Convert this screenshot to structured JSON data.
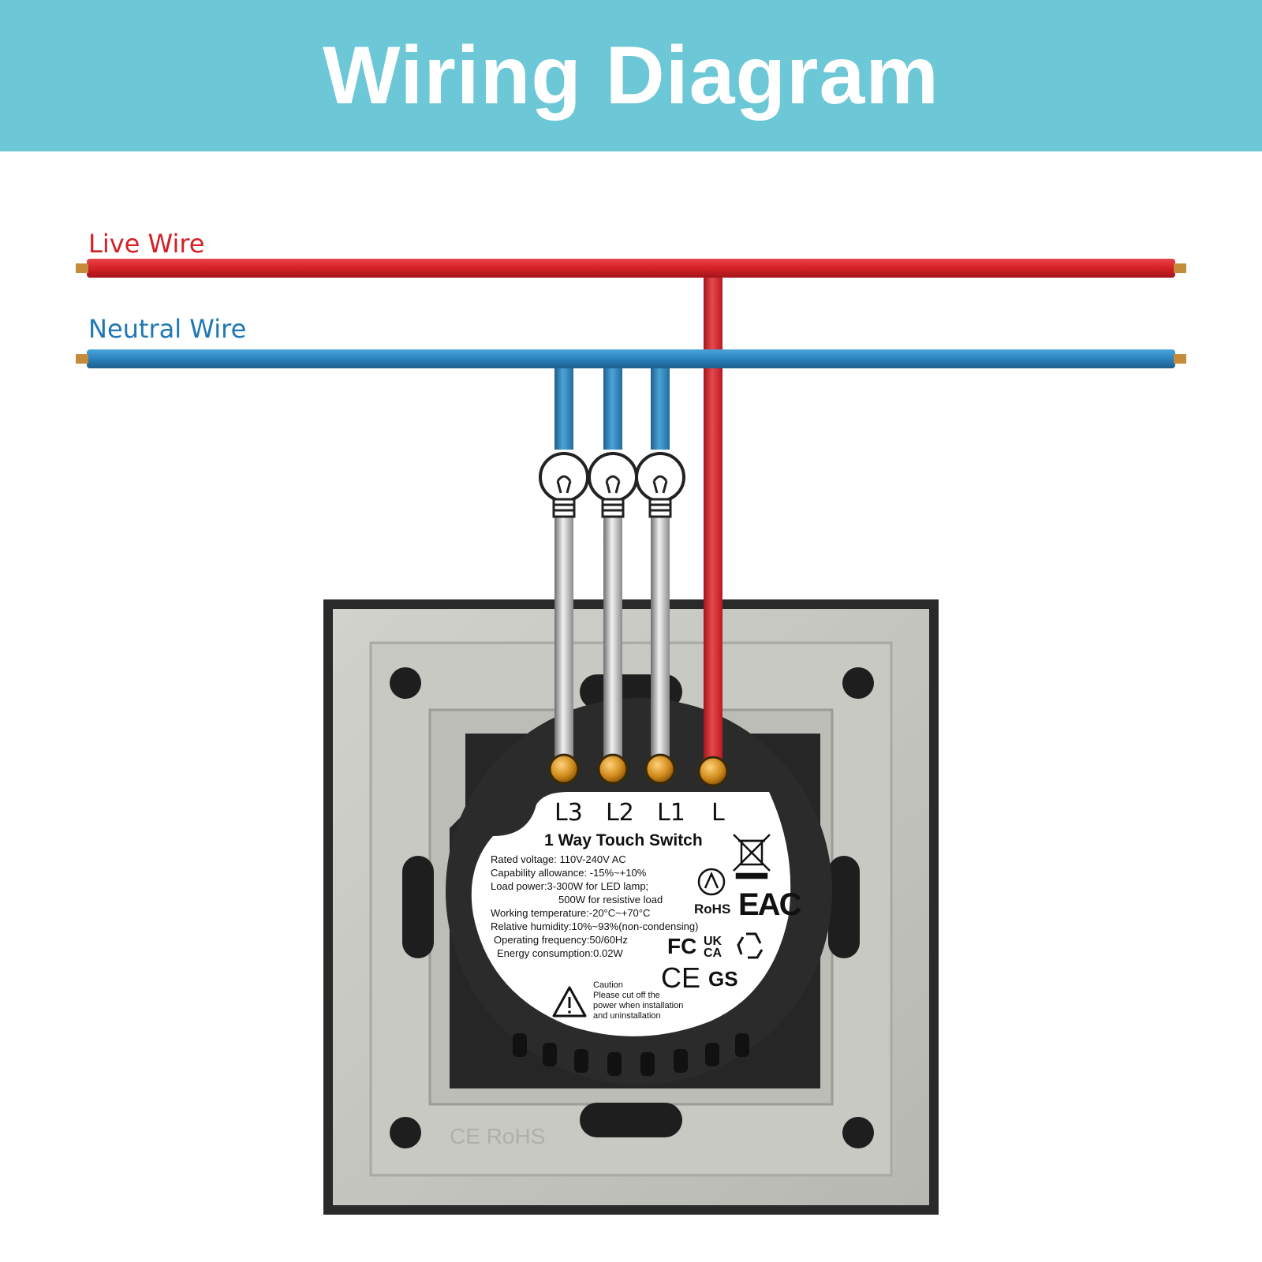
{
  "title": "Wiring Diagram",
  "wires": {
    "live": {
      "label": "Live Wire",
      "color": "#d42026"
    },
    "neutral": {
      "label": "Neutral Wire",
      "color": "#2a82bd"
    }
  },
  "terminals": [
    "L3",
    "L2",
    "L1",
    "L"
  ],
  "label_sticker": {
    "title": "1 Way Touch Switch",
    "specs": [
      "Rated voltage: 110V-240V AC",
      "Capability allowance: -15%~+10%",
      "Load power:3-300W for LED lamp;",
      "500W for resistive load",
      "Working temperature:-20°C~+70°C",
      "Relative humidity:10%~93%(non-condensing)",
      "Operating frequency:50/60Hz",
      "Energy consumption:0.02W"
    ],
    "caution": [
      "Caution",
      "Please cut off the",
      "power when installation",
      "and uninstallation"
    ],
    "marks": {
      "rohs": "RoHS",
      "eac": "EAC",
      "fc": "FC",
      "ukca_top": "UK",
      "ukca_bottom": "CA",
      "ce": "CE",
      "gs": "GS"
    }
  },
  "icons": [
    "light-bulb-icon",
    "weee-bin-icon",
    "recycle-icon",
    "warning-icon"
  ]
}
